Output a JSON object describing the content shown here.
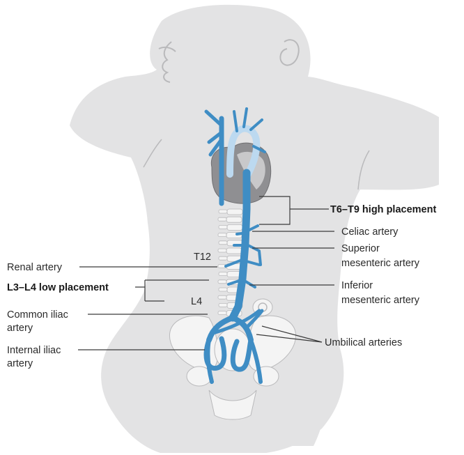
{
  "colors": {
    "skin": "#e3e3e4",
    "skin_outline": "#b9b9bb",
    "bone": "#f4f4f4",
    "vessel": "#3f8dc4",
    "vessel_dark": "#1f6aa3",
    "vessel_light": "#bcd9f0",
    "heart": "#8f8f92",
    "heart_light": "#c8c8ca",
    "line": "#3a3a3a"
  },
  "labels": {
    "t6_t9": "T6–T9 high placement",
    "celiac": "Celiac artery",
    "superior_mesenteric_1": "Superior",
    "superior_mesenteric_2": "mesenteric artery",
    "t12": "T12",
    "renal": "Renal artery",
    "l3_l4": "L3–L4 low placement",
    "inferior_mesenteric_1": "Inferior",
    "inferior_mesenteric_2": "mesenteric artery",
    "l4": "L4",
    "common_iliac_1": "Common iliac",
    "common_iliac_2": "artery",
    "internal_iliac_1": "Internal iliac",
    "internal_iliac_2": "artery",
    "umbilical": "Umbilical arteries"
  }
}
